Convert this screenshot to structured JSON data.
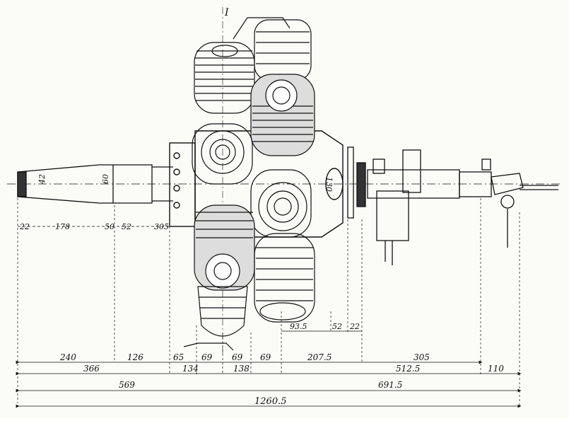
{
  "drawing": {
    "title": "",
    "axis_mark": "I",
    "shaft_labels": [
      "42",
      "60"
    ],
    "hub_label": "130",
    "upper_dimensions": [
      "22",
      "178",
      "50",
      "52",
      "305"
    ],
    "lower_local_dimensions": [
      "93.5",
      "52",
      "22"
    ],
    "row1": [
      "240",
      "126",
      "65",
      "69",
      "69",
      "69",
      "207.5",
      "305"
    ],
    "row2": [
      "366",
      "134",
      "138",
      "512.5",
      "110"
    ],
    "row3": [
      "569",
      "691.5"
    ],
    "total": "1260.5"
  }
}
